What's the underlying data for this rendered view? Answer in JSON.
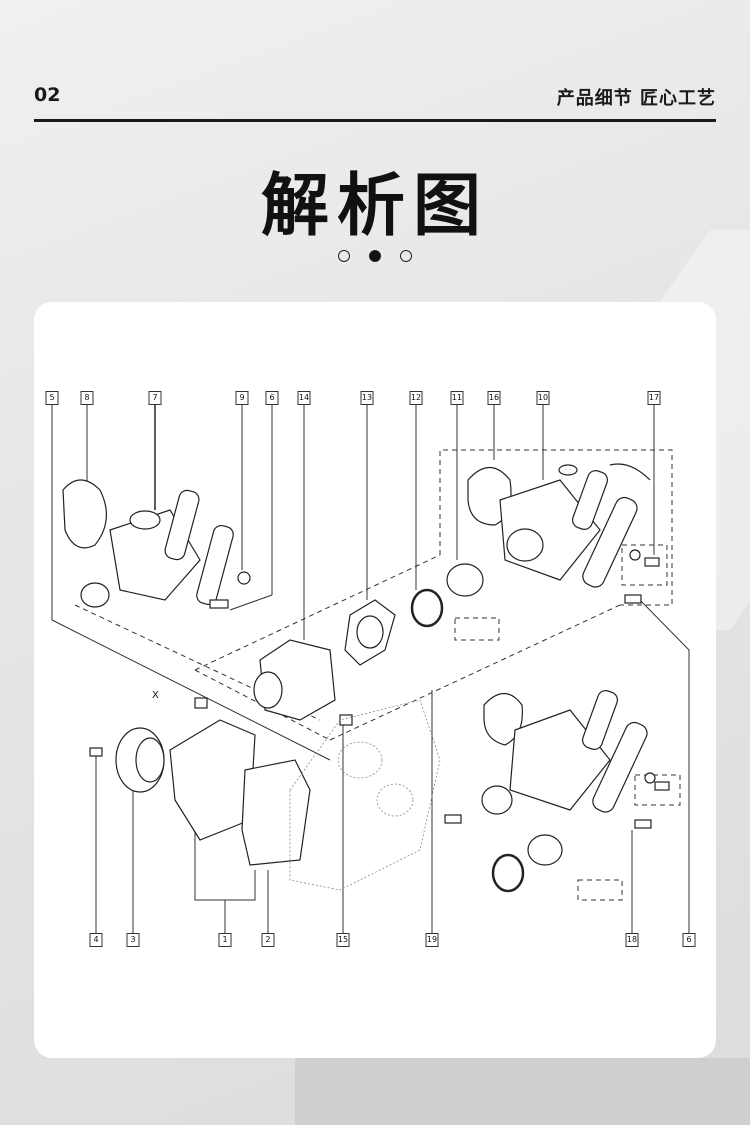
{
  "header": {
    "section_number": "02",
    "slogan": "产品细节 匠心工艺"
  },
  "title": "解析图",
  "pager": {
    "total": 3,
    "active": 2
  },
  "diagram": {
    "top_labels": [
      "5",
      "8",
      "7",
      "9",
      "6",
      "14",
      "13",
      "12",
      "11",
      "16",
      "10",
      "17"
    ],
    "bottom_labels": [
      "4",
      "3",
      "1",
      "2",
      "15",
      "19",
      "18",
      "6"
    ],
    "marker": "X"
  }
}
